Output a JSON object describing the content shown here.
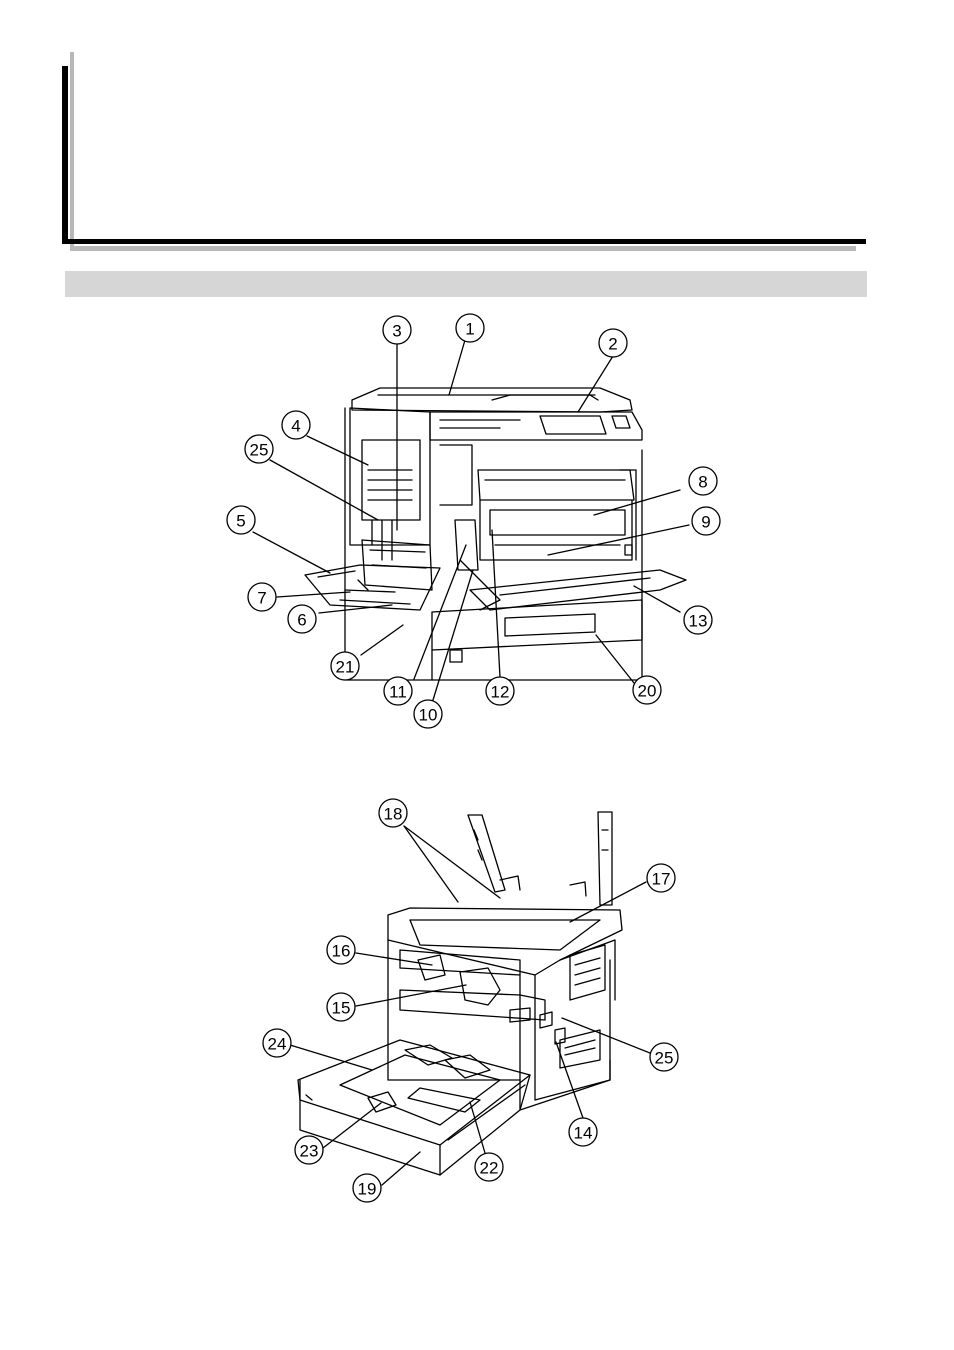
{
  "callouts": {
    "c1": "1",
    "c2": "2",
    "c3": "3",
    "c4": "4",
    "c5": "5",
    "c6": "6",
    "c7": "7",
    "c8": "8",
    "c9": "9",
    "c10": "10",
    "c11": "11",
    "c12": "12",
    "c13": "13",
    "c14": "14",
    "c15": "15",
    "c16": "16",
    "c17": "17",
    "c18": "18",
    "c19": "19",
    "c20": "20",
    "c21": "21",
    "c22": "22",
    "c23": "23",
    "c24": "24",
    "c25a": "25",
    "c25b": "25"
  }
}
